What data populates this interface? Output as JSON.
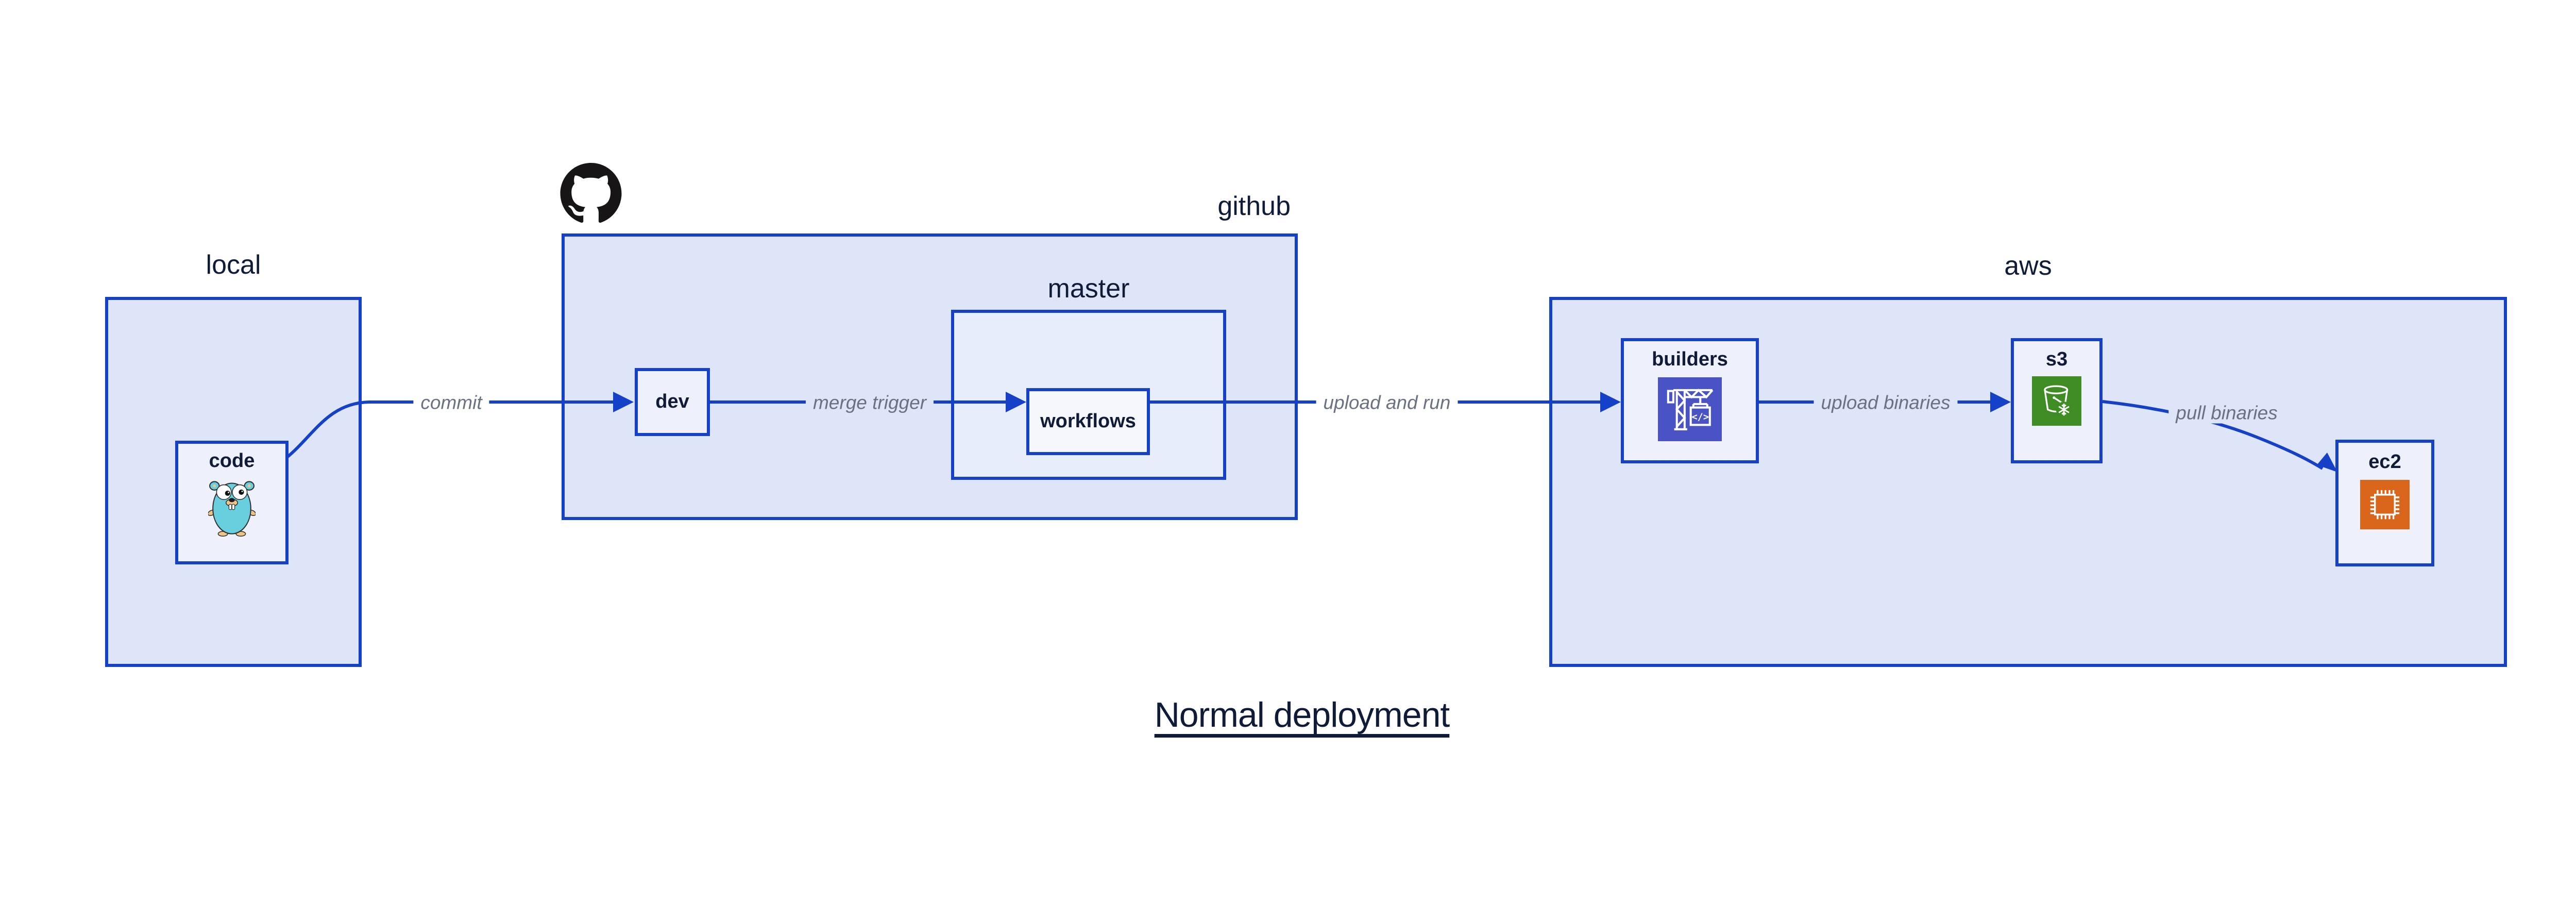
{
  "title": "Normal deployment",
  "colors": {
    "canvas_bg": "#ffffff",
    "border_blue": "#1540c8",
    "container_fill": "#dfe5f9",
    "master_fill": "#e8edfb",
    "node_fill": "#eef1fb",
    "workflows_fill": "#f5f7fd",
    "label_navy": "#101b38",
    "edge_label_gray": "#6a7180",
    "codebuild_indigo": "#4a53c4",
    "s3_green": "#3f8b24",
    "ec2_orange": "#d9661a",
    "github_black": "#171515",
    "gopher_teal": "#67cfdd",
    "gopher_tan": "#eec487"
  },
  "containers": {
    "local": {
      "label": "local"
    },
    "github": {
      "label": "github"
    },
    "master": {
      "label": "master"
    },
    "aws": {
      "label": "aws"
    }
  },
  "nodes": {
    "code": {
      "label": "code"
    },
    "dev": {
      "label": "dev"
    },
    "workflows": {
      "label": "workflows"
    },
    "builders": {
      "label": "builders",
      "icon_text": "</>"
    },
    "s3": {
      "label": "s3"
    },
    "ec2": {
      "label": "ec2"
    }
  },
  "edges": {
    "commit": {
      "label": "commit",
      "from": "local.code",
      "to": "github.dev"
    },
    "merge_trigger": {
      "label": "merge trigger",
      "from": "github.dev",
      "to": "github.master.workflows"
    },
    "upload_and_run": {
      "label": "upload and run",
      "from": "github.master.workflows",
      "to": "aws.builders"
    },
    "upload_binaries": {
      "label": "upload binaries",
      "from": "aws.builders",
      "to": "aws.s3"
    },
    "pull_binaries": {
      "label": "pull binaries",
      "from": "aws.s3",
      "to": "aws.ec2"
    }
  }
}
